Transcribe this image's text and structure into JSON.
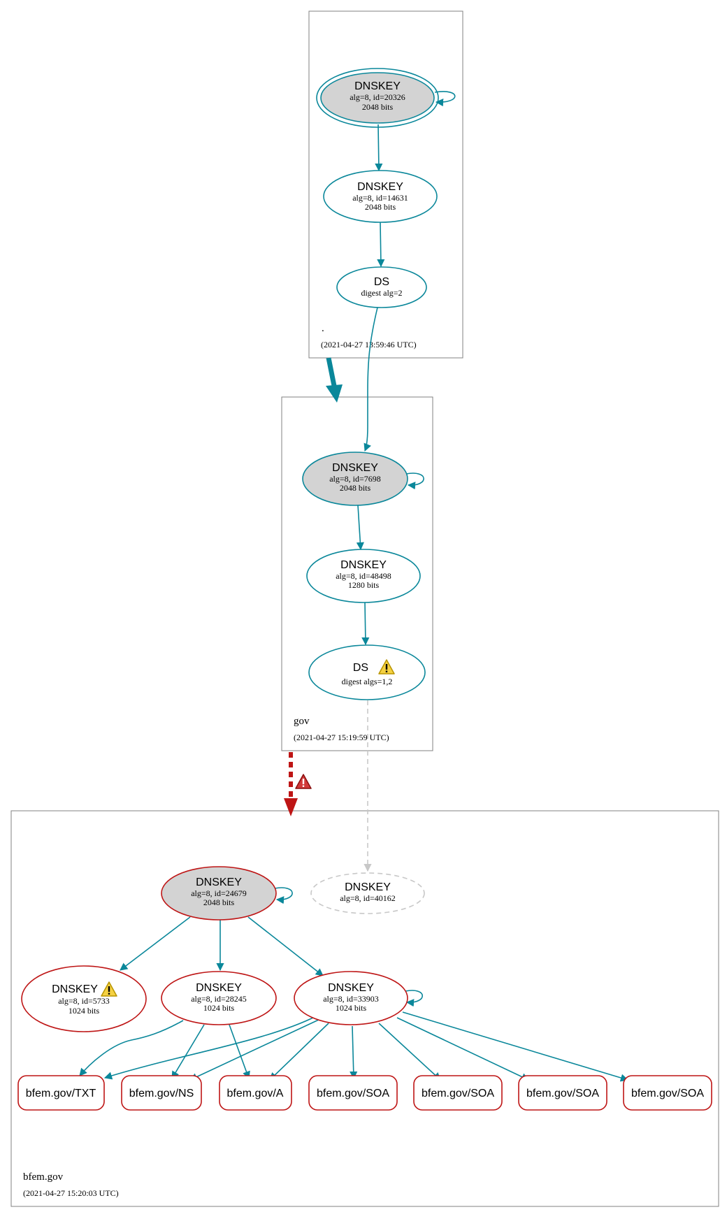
{
  "colors": {
    "teal": "#0a879a",
    "red": "#be1515",
    "gray_fill": "#d3d3d3",
    "zone_border": "#808080",
    "dashed_gray": "#c8c8c8",
    "warn_yellow": "#f5d142"
  },
  "zones": {
    "root": {
      "name": ".",
      "timestamp": "(2021-04-27 13:59:46 UTC)"
    },
    "gov": {
      "name": "gov",
      "timestamp": "(2021-04-27 15:19:59 UTC)"
    },
    "bfem": {
      "name": "bfem.gov",
      "timestamp": "(2021-04-27 15:20:03 UTC)"
    }
  },
  "nodes": {
    "root_ksk": {
      "title": "DNSKEY",
      "line1": "alg=8, id=20326",
      "line2": "2048 bits"
    },
    "root_zsk": {
      "title": "DNSKEY",
      "line1": "alg=8, id=14631",
      "line2": "2048 bits"
    },
    "root_ds": {
      "title": "DS",
      "line1": "digest alg=2"
    },
    "gov_ksk": {
      "title": "DNSKEY",
      "line1": "alg=8, id=7698",
      "line2": "2048 bits"
    },
    "gov_zsk": {
      "title": "DNSKEY",
      "line1": "alg=8, id=48498",
      "line2": "1280 bits"
    },
    "gov_ds": {
      "title": "DS",
      "line1": "digest algs=1,2"
    },
    "bfem_ksk": {
      "title": "DNSKEY",
      "line1": "alg=8, id=24679",
      "line2": "2048 bits"
    },
    "bfem_missing": {
      "title": "DNSKEY",
      "line1": "alg=8, id=40162"
    },
    "bfem_k5733": {
      "title": "DNSKEY",
      "line1": "alg=8, id=5733",
      "line2": "1024 bits"
    },
    "bfem_k28245": {
      "title": "DNSKEY",
      "line1": "alg=8, id=28245",
      "line2": "1024 bits"
    },
    "bfem_k33903": {
      "title": "DNSKEY",
      "line1": "alg=8, id=33903",
      "line2": "1024 bits"
    }
  },
  "rrsets": {
    "txt": "bfem.gov/TXT",
    "ns": "bfem.gov/NS",
    "a": "bfem.gov/A",
    "soa1": "bfem.gov/SOA",
    "soa2": "bfem.gov/SOA",
    "soa3": "bfem.gov/SOA",
    "soa4": "bfem.gov/SOA"
  },
  "icons": {
    "warning": "warning-icon",
    "error": "error-icon"
  }
}
